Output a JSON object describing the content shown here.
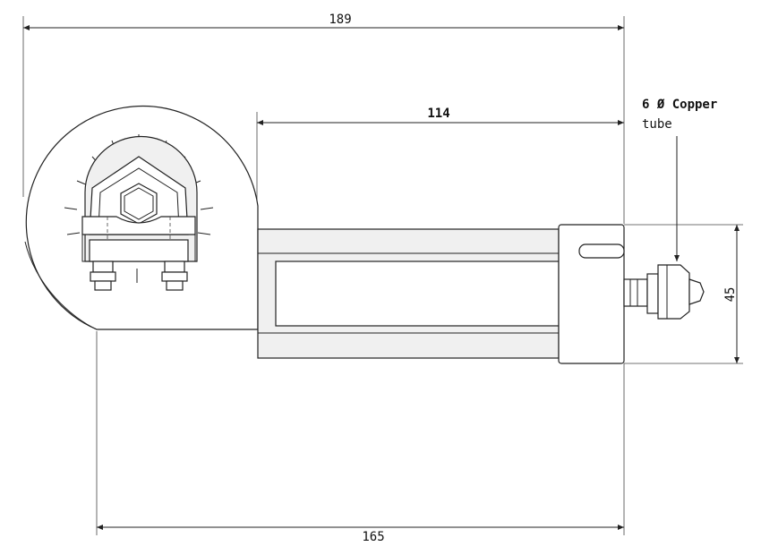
{
  "dimensions": {
    "overall_length": "189",
    "body_length": "114",
    "height": "45",
    "base_length": "165"
  },
  "callout": {
    "line1": "6 Ø Copper",
    "line2": "tube"
  }
}
